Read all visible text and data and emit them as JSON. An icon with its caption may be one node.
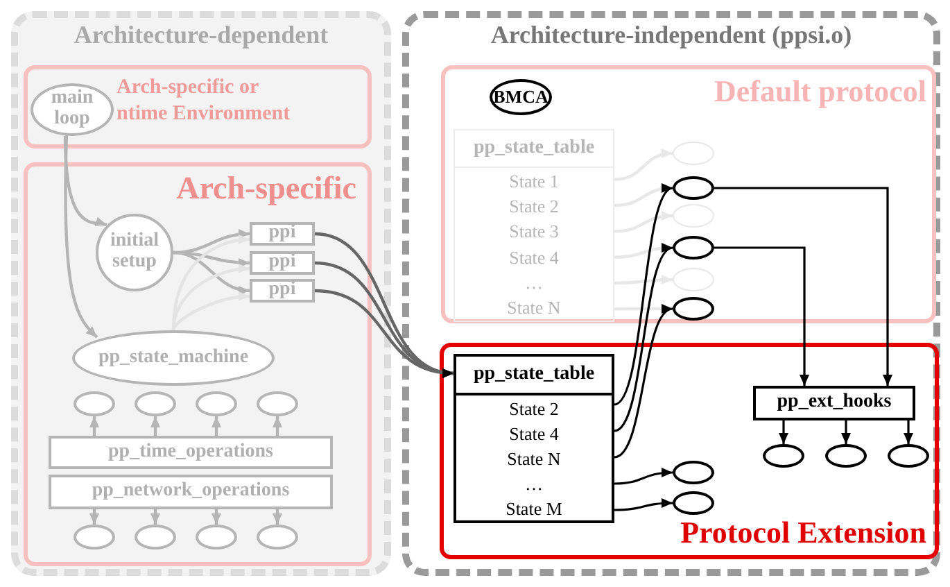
{
  "diagram": {
    "nodes": [
      {
        "text": [
          "Architecture-dependent"
        ]
      },
      {
        "text": [
          "Arch-specific or ntime Environment"
        ],
        "in": 0
      },
      {
        "text": [
          "main loop"
        ],
        "in": 1
      },
      {
        "text": [
          "Arch-specific"
        ],
        "in": 0
      },
      {
        "text": [
          "initial setup"
        ],
        "in": 3
      },
      {
        "text": [
          "ppi"
        ],
        "in": 3
      },
      {
        "text": [
          "ppi"
        ],
        "in": 3
      },
      {
        "text": [
          "ppi"
        ],
        "in": 3
      },
      {
        "text": [
          "pp_state_machine"
        ],
        "in": 3
      },
      {
        "text": [],
        "shape": "ellipse",
        "in": 3
      },
      {
        "text": [],
        "shape": "ellipse",
        "in": 3
      },
      {
        "text": [],
        "shape": "ellipse",
        "in": 3
      },
      {
        "text": [],
        "shape": "ellipse",
        "in": 3
      },
      {
        "text": [
          "pp_time_operations"
        ],
        "in": 3
      },
      {
        "text": [
          "pp_network_operations"
        ],
        "in": 3
      },
      {
        "text": [],
        "shape": "ellipse",
        "in": 3
      },
      {
        "text": [],
        "shape": "ellipse",
        "in": 3
      },
      {
        "text": [],
        "shape": "ellipse",
        "in": 3
      },
      {
        "text": [],
        "shape": "ellipse",
        "in": 3
      },
      {
        "text": [
          "Architecture-independent (ppsi.o)"
        ]
      },
      {
        "text": [
          "Default protocol"
        ],
        "in": 19
      },
      {
        "text": [
          "BMCA"
        ],
        "in": 20
      },
      {
        "text": [
          "pp_state_table",
          "State 1",
          "State 2",
          "State 3",
          "State 4",
          "…",
          "State N"
        ],
        "in": 20
      },
      {
        "text": [],
        "shape": "ellipse",
        "in": 20
      },
      {
        "text": [],
        "shape": "ellipse",
        "in": 20
      },
      {
        "text": [],
        "shape": "ellipse",
        "in": 20
      },
      {
        "text": [],
        "shape": "ellipse",
        "in": 20
      },
      {
        "text": [],
        "shape": "ellipse",
        "in": 20
      },
      {
        "text": [],
        "shape": "ellipse",
        "in": 20
      },
      {
        "text": [
          "Protocol Extension"
        ],
        "in": 19
      },
      {
        "text": [
          "pp_state_table",
          "State 2",
          "State 4",
          "State N",
          "…",
          "State M"
        ],
        "in": 29
      },
      {
        "text": [
          "pp_ext_hooks"
        ],
        "in": 29
      },
      {
        "text": [],
        "shape": "ellipse",
        "in": 29
      },
      {
        "text": [],
        "shape": "ellipse",
        "in": 29
      },
      {
        "text": [],
        "shape": "ellipse",
        "in": 29
      },
      {
        "text": [],
        "shape": "ellipse",
        "in": 29
      },
      {
        "text": [],
        "shape": "ellipse",
        "in": 29
      }
    ],
    "edges": [
      {
        "from": 2,
        "to": 4,
        "arrow": "to"
      },
      {
        "from": 2,
        "to": 8,
        "arrow": "to"
      },
      {
        "from": 4,
        "to": 5,
        "arrow": "to"
      },
      {
        "from": 4,
        "to": 6,
        "arrow": "to"
      },
      {
        "from": 4,
        "to": 7,
        "arrow": "to"
      },
      {
        "from": 8,
        "to": 5,
        "arrow": "to",
        "color": "#e4e4e4"
      },
      {
        "from": 8,
        "to": 6,
        "arrow": "to",
        "color": "#e4e4e4"
      },
      {
        "from": 8,
        "to": 7,
        "arrow": "to",
        "color": "#e4e4e4"
      },
      {
        "from": 13,
        "to": 9,
        "arrow": "to"
      },
      {
        "from": 13,
        "to": 10,
        "arrow": "to"
      },
      {
        "from": 13,
        "to": 11,
        "arrow": "to"
      },
      {
        "from": 13,
        "to": 12,
        "arrow": "to"
      },
      {
        "from": 14,
        "to": 15,
        "arrow": "to"
      },
      {
        "from": 14,
        "to": 16,
        "arrow": "to"
      },
      {
        "from": 14,
        "to": 17,
        "arrow": "to"
      },
      {
        "from": 14,
        "to": 18,
        "arrow": "to"
      },
      {
        "from": 5,
        "to": 30,
        "arrow": "to",
        "color": "#666666"
      },
      {
        "from": 6,
        "to": 30,
        "arrow": "to",
        "color": "#666666"
      },
      {
        "from": 7,
        "to": 30,
        "arrow": "to",
        "color": "#666666"
      },
      {
        "from": 22,
        "to": 23,
        "arrow": "to",
        "color": "#e8e8e8"
      },
      {
        "from": 22,
        "to": 24,
        "arrow": "to",
        "color": "#e8e8e8"
      },
      {
        "from": 22,
        "to": 25,
        "arrow": "to",
        "color": "#e8e8e8"
      },
      {
        "from": 22,
        "to": 26,
        "arrow": "to",
        "color": "#e8e8e8"
      },
      {
        "from": 22,
        "to": 27,
        "arrow": "to",
        "color": "#e8e8e8"
      },
      {
        "from": 22,
        "to": 28,
        "arrow": "to",
        "color": "#e8e8e8"
      },
      {
        "from": 30,
        "to": 24,
        "arrow": "to",
        "color": "#000000"
      },
      {
        "from": 30,
        "to": 26,
        "arrow": "to",
        "color": "#000000"
      },
      {
        "from": 30,
        "to": 28,
        "arrow": "to",
        "color": "#000000"
      },
      {
        "from": 30,
        "to": 35,
        "arrow": "to",
        "color": "#000000"
      },
      {
        "from": 30,
        "to": 36,
        "arrow": "to",
        "color": "#000000"
      },
      {
        "from": 24,
        "to": 31,
        "arrow": "to",
        "color": "#000000"
      },
      {
        "from": 26,
        "to": 31,
        "arrow": "to",
        "color": "#000000"
      },
      {
        "from": 31,
        "to": 32,
        "arrow": "to",
        "color": "#000000"
      },
      {
        "from": 31,
        "to": 33,
        "arrow": "to",
        "color": "#000000"
      },
      {
        "from": 31,
        "to": 34,
        "arrow": "to",
        "color": "#000000"
      }
    ]
  }
}
